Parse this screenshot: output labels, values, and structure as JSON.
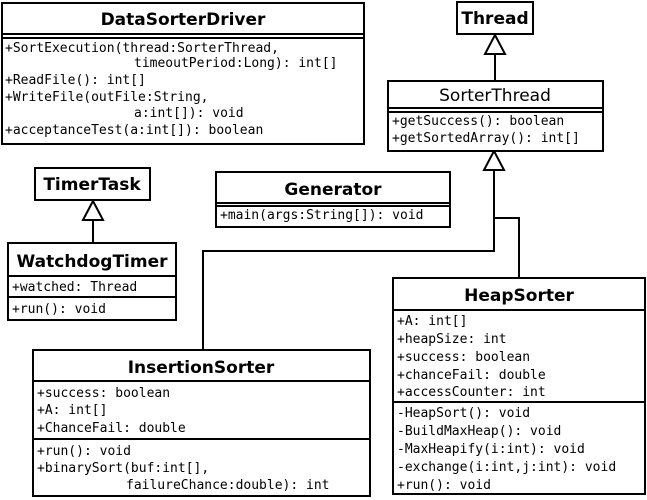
{
  "classes": {
    "data_sorter_driver": {
      "name": "DataSorterDriver",
      "attributes": [],
      "methods": [
        "+SortExecution(thread:SorterThread,",
        "timeoutPeriod:Long): int[]",
        "+ReadFile(): int[]",
        "+WriteFile(outFile:String,",
        "a:int[]): void",
        "+acceptanceTest(a:int[]): boolean"
      ]
    },
    "thread": {
      "name": "Thread"
    },
    "sorter_thread": {
      "name": "SorterThread",
      "methods": [
        "+getSuccess(): boolean",
        "+getSortedArray(): int[]"
      ]
    },
    "timer_task": {
      "name": "TimerTask"
    },
    "generator": {
      "name": "Generator",
      "methods": [
        "+main(args:String[]): void"
      ]
    },
    "watchdog_timer": {
      "name": "WatchdogTimer",
      "attributes": [
        "+watched: Thread"
      ],
      "methods": [
        "+run(): void"
      ]
    },
    "heap_sorter": {
      "name": "HeapSorter",
      "attributes": [
        "+A: int[]",
        "+heapSize: int",
        "+success: boolean",
        "+chanceFail: double",
        "+accessCounter: int"
      ],
      "methods": [
        "-HeapSort(): void",
        "-BuildMaxHeap(): void",
        "-MaxHeapify(i:int): void",
        "-exchange(i:int,j:int): void",
        "+run(): void"
      ]
    },
    "insertion_sorter": {
      "name": "InsertionSorter",
      "attributes": [
        "+success: boolean",
        "+A: int[]",
        "+ChanceFail: double"
      ],
      "methods": [
        "+run(): void",
        "+binarySort(buf:int[],",
        "failureChance:double): int"
      ]
    }
  }
}
